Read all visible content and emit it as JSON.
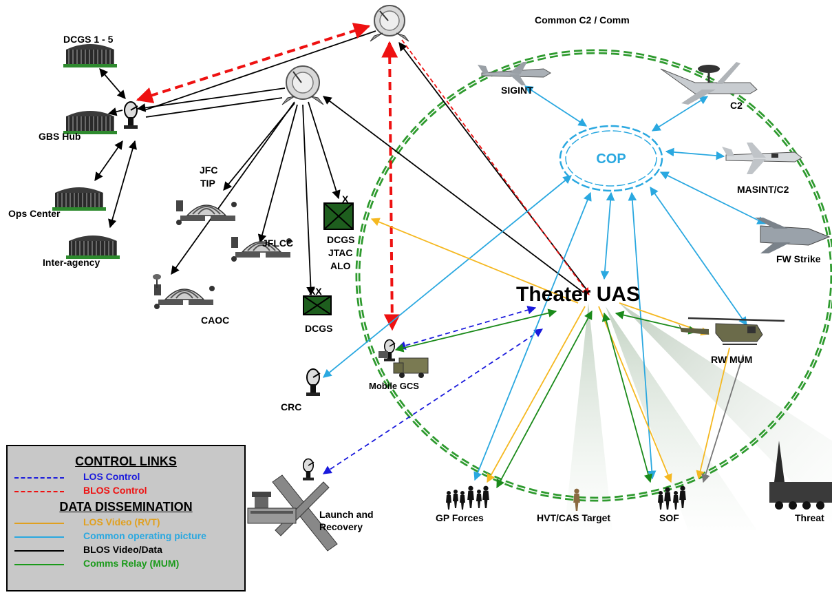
{
  "labels": {
    "dcgs15": "DCGS  1 - 5",
    "gbs": "GBS Hub",
    "ops": "Ops Center",
    "inter": "Inter-agency",
    "jfc": "JFC",
    "tip": "TIP",
    "jflcc": "JFLCC",
    "caoc": "CAOC",
    "unit_x": "X",
    "dcgs_a": "DCGS",
    "jtac": "JTAC",
    "alo": "ALO",
    "unit_xx": "XX",
    "dcgs_b": "DCGS",
    "crc": "CRC",
    "mgcs": "Mobile GCS",
    "launch1": "Launch and",
    "launch2": "Recovery",
    "common": "Common C2 / Comm",
    "sigint": "SIGINT",
    "c2": "C2",
    "cop": "COP",
    "masint": "MASINT/C2",
    "fw": "FW Strike",
    "theater": "Theater UAS",
    "rw": "RW MUM",
    "gp": "GP Forces",
    "hvt": "HVT/CAS Target",
    "sof": "SOF",
    "threat": "Threat"
  },
  "legend": {
    "control_title": "CONTROL LINKS",
    "data_title": "DATA DISSEMINATION",
    "items": [
      {
        "label": "LOS Control",
        "color": "#1a1adc",
        "style": "dashed"
      },
      {
        "label": "BLOS Control",
        "color": "#ee1111",
        "style": "dashed"
      },
      {
        "label": "LOS Video (RVT)",
        "color": "#e0a020",
        "style": "solid"
      },
      {
        "label": "Common operating picture",
        "color": "#2aa8e0",
        "style": "solid"
      },
      {
        "label": "BLOS  Video/Data",
        "color": "#000000",
        "style": "solid"
      },
      {
        "label": "Comms Relay (MUM)",
        "color": "#1a9a1a",
        "style": "solid"
      }
    ]
  },
  "colors": {
    "los_control": "#1a1adc",
    "blos_control": "#ee1111",
    "los_video": "#f5b820",
    "cop": "#2aa8e0",
    "blos_data": "#000000",
    "relay": "#1a8a1a",
    "ring": "#2e9a2e",
    "unit_fill": "#1e5e1e"
  }
}
